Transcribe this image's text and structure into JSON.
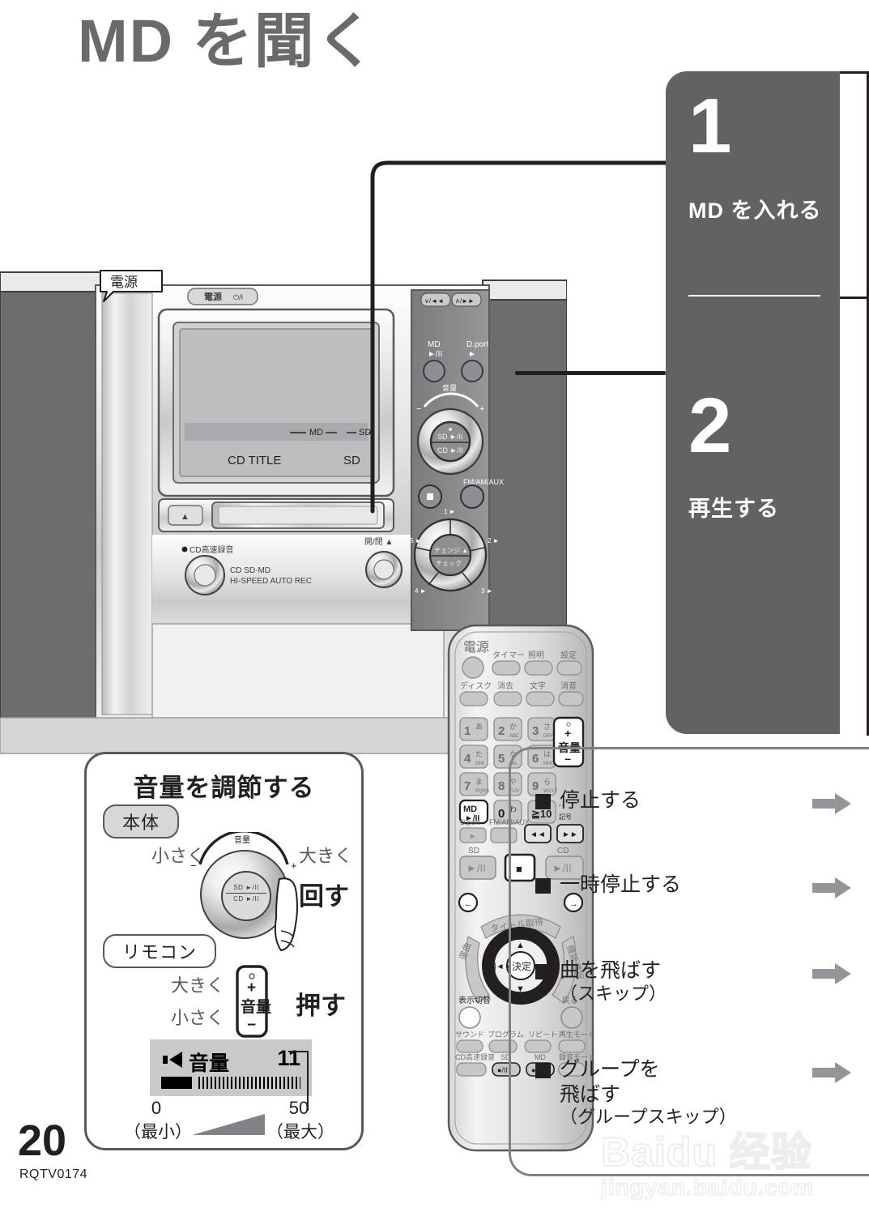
{
  "page": {
    "title": "MD を聞く",
    "number": "20",
    "part_number": "RQTV0174"
  },
  "steps": [
    {
      "number": "1",
      "label": "MD を入れる"
    },
    {
      "number": "2",
      "label": "再生する"
    }
  ],
  "operations": [
    {
      "label": "停止する",
      "sub": ""
    },
    {
      "label": "一時停止する",
      "sub": ""
    },
    {
      "label": "曲を飛ばす",
      "sub": "（スキップ）"
    },
    {
      "label": "グループを",
      "label2": "飛ばす",
      "sub": "（グループスキップ）"
    }
  ],
  "volume_card": {
    "title": "音量を調節する",
    "badge_body": "本体",
    "badge_remote": "リモコン",
    "body_small": "小さく",
    "body_large": "大きく",
    "body_action": "回す",
    "dial_legend": "音量",
    "dial_minus": "−",
    "dial_plus": "+",
    "dial_sd": "SD ►/II",
    "dial_cd": "CD ►/II",
    "remote_large": "大きく",
    "remote_small": "小さく",
    "remote_action": "押す",
    "remote_key_plus": "+",
    "remote_key_label": "音量",
    "remote_key_minus": "−",
    "display": {
      "label": "音量",
      "value": "11",
      "gauge_percent": 22
    },
    "scale_min": "0",
    "scale_min_sub": "（最小）",
    "scale_max": "50",
    "scale_max_sub": "（最大）"
  },
  "device": {
    "power_callout": "電源",
    "power_button": "電源",
    "power_symbol": "⏻/I",
    "display_cd_title": "CD TITLE",
    "display_sd": "SD",
    "band_md": "MD",
    "band_sd": "SD",
    "eject_symbol": "▲",
    "rec_dot_label": "CD高速録音",
    "rec_line1": "CD SD·MD",
    "rec_line2": "HI-SPEED AUTO REC",
    "open_close": "開/閉 ▲",
    "skip_prev": "∨/◄◄",
    "skip_next": "∧/►►",
    "md_label": "MD",
    "md_symbol": "►/II",
    "dport_label": "D.port",
    "dport_symbol": "►",
    "vol_legend": "音量",
    "vol_minus": "−",
    "vol_plus": "+",
    "sd_play": "SD ►/II",
    "cd_play": "CD ►/II",
    "stop_symbol": "■",
    "fmamaux": "FM/AM/AUX",
    "change": "チェンジ ▲",
    "check": "チェック",
    "disc_numbers": [
      "1 ►",
      "2 ►",
      "3 ►",
      "4 ►",
      "5 ►"
    ]
  },
  "remote": {
    "power": "電源",
    "row1": [
      "タイマー",
      "照明",
      "設定"
    ],
    "row2": [
      "ディスク",
      "消去",
      "文字",
      "消音"
    ],
    "keys": [
      {
        "n": "1",
        "k": "あ",
        "s": ""
      },
      {
        "n": "2",
        "k": "か",
        "s": "ABC"
      },
      {
        "n": "3",
        "k": "さ",
        "s": "DEF"
      },
      {
        "n": "4",
        "k": "た",
        "s": "GHI"
      },
      {
        "n": "5",
        "k": "な",
        "s": "JKL"
      },
      {
        "n": "6",
        "k": "は",
        "s": "MNO"
      },
      {
        "n": "7",
        "k": "ま",
        "s": "PQRS"
      },
      {
        "n": "8",
        "k": "や",
        "s": "TUV"
      },
      {
        "n": "9",
        "k": "ら",
        "s": "WXYZ"
      }
    ],
    "key_md": "MD",
    "key_md_sym": "►/II",
    "key_zero": "0",
    "key_zero_k": "わ",
    "key_ten": "≧10",
    "key_symbol_label": "記号",
    "vol_plus": "+",
    "vol_label": "音量",
    "vol_minus": "−",
    "dport": "D.port",
    "fmamaux": "FM/AM/AUX",
    "rew": "◄◄",
    "ff": "►►",
    "sd": "SD",
    "cd": "CD",
    "sd_play": "►/II",
    "stop": "■",
    "cd_play": "►/II",
    "title_get": "タイトル取得",
    "select_track": "選曲",
    "func_select": "機能選択",
    "enter": "決定",
    "up": "▲",
    "down": "▼",
    "prev": "|◄◄",
    "next": "►►|",
    "display_switch": "表示切替",
    "back": "戻る",
    "row_sound": [
      "サウンド",
      "プログラム",
      "リピート",
      "再生モード"
    ],
    "row_rec": [
      "CD高速録音",
      "SD",
      "MD",
      "録音モード"
    ],
    "rec_sym": "●/II"
  },
  "watermark": {
    "line1": "Baidu 经验",
    "line2": "jingyan.baidu.com"
  },
  "colors": {
    "panel_gray": "#636164",
    "title_gray": "#6b696c",
    "ink": "#231f20",
    "outline_gray": "#808285",
    "display_gray": "#c8c9cb"
  }
}
